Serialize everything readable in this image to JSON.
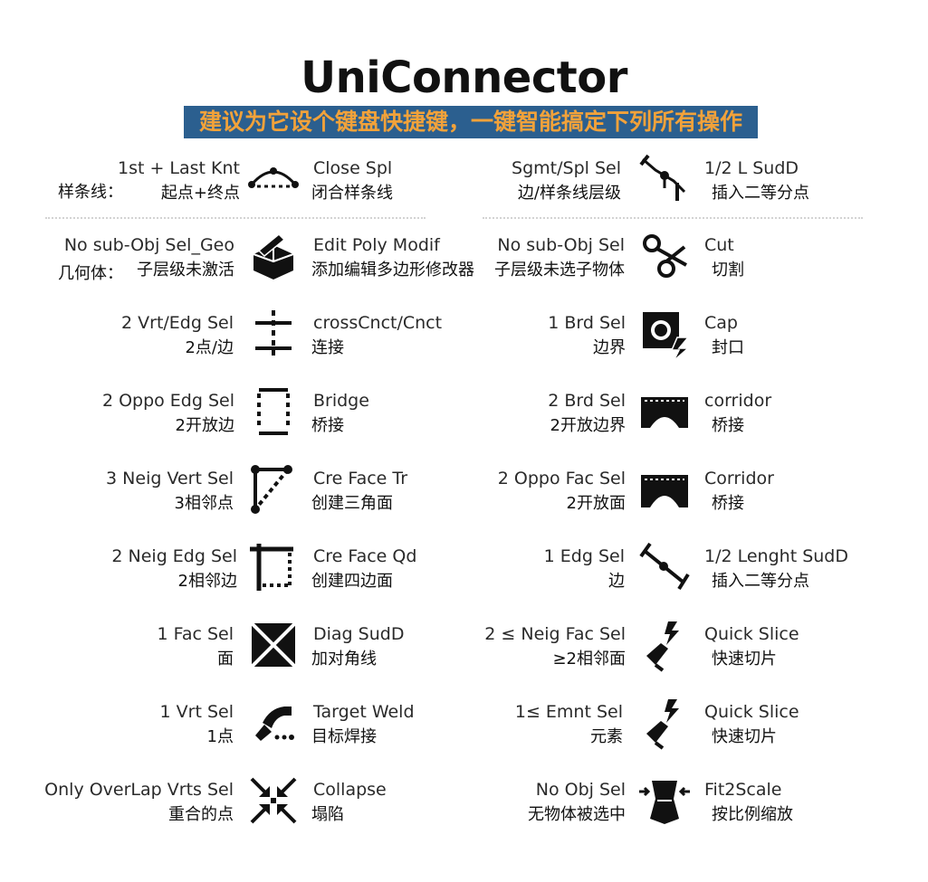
{
  "title": "UniConnector",
  "subtitle": "建议为它设个键盘快捷键，一键智能搞定下列所有操作",
  "colors": {
    "banner_bg": "#2b5f8f",
    "banner_text": "#f2a23a",
    "icon": "#111111"
  },
  "spline_prefix": "样条线：",
  "geometry_prefix": "几何体：",
  "rows": [
    {
      "left": {
        "sel_en": "1st + Last Knt",
        "sel_cn": "起点+终点",
        "icon": "close-spline-icon",
        "action_en": "Close Spl",
        "action_cn": "闭合样条线"
      },
      "right": {
        "sel_en": "Sgmt/Spl Sel",
        "sel_cn": "边/样条线层级",
        "icon": "divide-segment-icon",
        "action_en": "1/2 L SudD",
        "action_cn": "插入二等分点"
      }
    },
    {
      "left": {
        "sel_en": "No sub-Obj Sel_Geo",
        "sel_cn": "子层级未激活",
        "icon": "edit-poly-icon",
        "action_en": "Edit Poly Modif",
        "action_cn": "添加编辑多边形修改器"
      },
      "right": {
        "sel_en": "No sub-Obj Sel",
        "sel_cn": "子层级未选子物体",
        "icon": "scissors-icon",
        "action_en": "Cut",
        "action_cn": "切割"
      }
    },
    {
      "left": {
        "sel_en": "2 Vrt/Edg Sel",
        "sel_cn": "2点/边",
        "icon": "connect-icon",
        "action_en": "crossCnct/Cnct",
        "action_cn": "连接"
      },
      "right": {
        "sel_en": "1 Brd Sel",
        "sel_cn": "边界",
        "icon": "cap-icon",
        "action_en": "Cap",
        "action_cn": "封口"
      }
    },
    {
      "left": {
        "sel_en": "2 Oppo Edg Sel",
        "sel_cn": "2开放边",
        "icon": "bridge-icon",
        "action_en": "Bridge",
        "action_cn": "桥接"
      },
      "right": {
        "sel_en": "2 Brd Sel",
        "sel_cn": "2开放边界",
        "icon": "corridor-icon",
        "action_en": "corridor",
        "action_cn": "桥接"
      }
    },
    {
      "left": {
        "sel_en": "3 Neig Vert Sel",
        "sel_cn": "3相邻点",
        "icon": "create-face-triangle-icon",
        "action_en": "Cre Face Tr",
        "action_cn": "创建三角面"
      },
      "right": {
        "sel_en": "2 Oppo Fac Sel",
        "sel_cn": "2开放面",
        "icon": "corridor-face-icon",
        "action_en": "Corridor",
        "action_cn": "桥接"
      }
    },
    {
      "left": {
        "sel_en": "2 Neig Edg Sel",
        "sel_cn": "2相邻边",
        "icon": "create-face-quad-icon",
        "action_en": "Cre Face Qd",
        "action_cn": "创建四边面"
      },
      "right": {
        "sel_en": "1 Edg Sel",
        "sel_cn": "边",
        "icon": "divide-edge-icon",
        "action_en": "1/2 Lenght SudD",
        "action_cn": "插入二等分点"
      }
    },
    {
      "left": {
        "sel_en": "1 Fac Sel",
        "sel_cn": "面",
        "icon": "diagonal-subdivide-icon",
        "action_en": "Diag SudD",
        "action_cn": "加对角线"
      },
      "right": {
        "sel_en": "2 ≤ Neig Fac Sel",
        "sel_cn": "≥2相邻面",
        "icon": "quick-slice-icon",
        "action_en": "Quick Slice",
        "action_cn": "快速切片"
      }
    },
    {
      "left": {
        "sel_en": "1 Vrt Sel",
        "sel_cn": "1点",
        "icon": "target-weld-icon",
        "action_en": "Target Weld",
        "action_cn": "目标焊接"
      },
      "right": {
        "sel_en": "1≤ Emnt  Sel",
        "sel_cn": "元素",
        "icon": "quick-slice-element-icon",
        "action_en": "Quick Slice",
        "action_cn": "快速切片"
      }
    },
    {
      "left": {
        "sel_en": "Only OverLap Vrts Sel",
        "sel_cn": "重合的点",
        "icon": "collapse-icon",
        "action_en": "Collapse",
        "action_cn": "塌陷"
      },
      "right": {
        "sel_en": "No Obj Sel",
        "sel_cn": "无物体被选中",
        "icon": "fit-to-scale-icon",
        "action_en": "Fit2Scale",
        "action_cn": "按比例缩放"
      }
    }
  ]
}
